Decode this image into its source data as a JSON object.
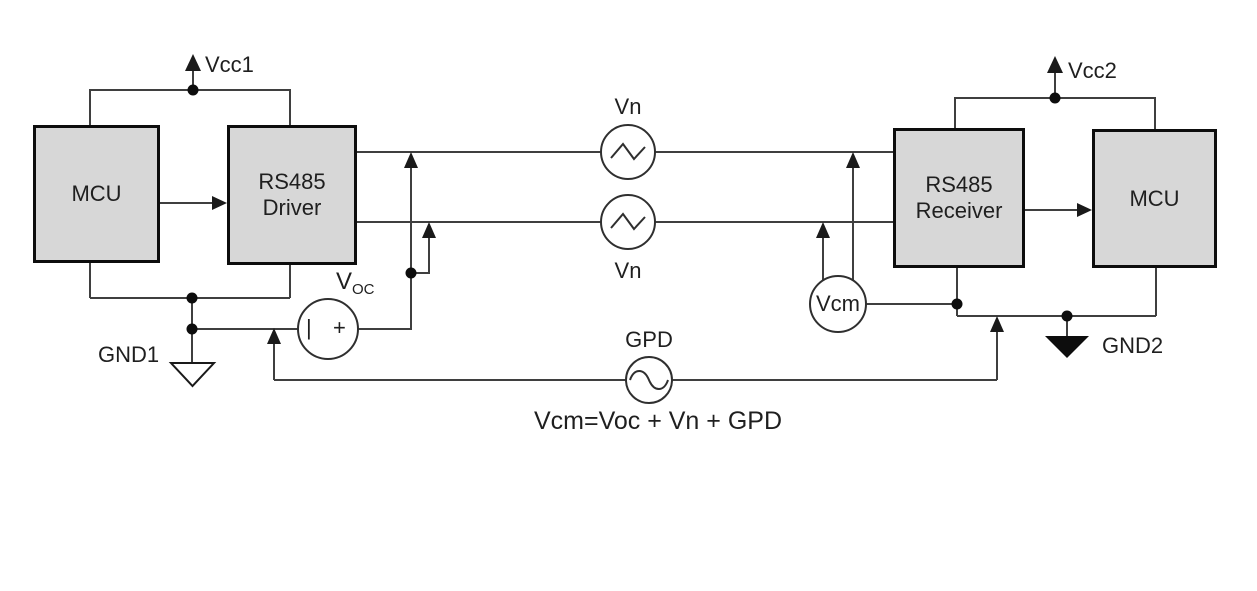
{
  "figure": {
    "formula": "Vcm=Voc + Vn + GPD",
    "blocks": {
      "mcu_left": "MCU",
      "driver": "RS485\nDriver",
      "receiver": "RS485\nReceiver",
      "mcu_right": "MCU"
    },
    "labels": {
      "vcc1": "Vcc1",
      "vcc2": "Vcc2",
      "gnd1": "GND1",
      "gnd2": "GND2",
      "vn_top": "Vn",
      "vn_bottom": "Vn",
      "gpd": "GPD",
      "vcm": "Vcm",
      "voc_main": "V",
      "voc_sub": "OC",
      "voc_neg": "|",
      "voc_pos": "+"
    },
    "colors": {
      "background": "#ffffff",
      "block_fill": "#d7d7d7",
      "block_border": "#0d0d0d",
      "wire": "#3f3f3f",
      "text": "#1f1f1f"
    }
  }
}
